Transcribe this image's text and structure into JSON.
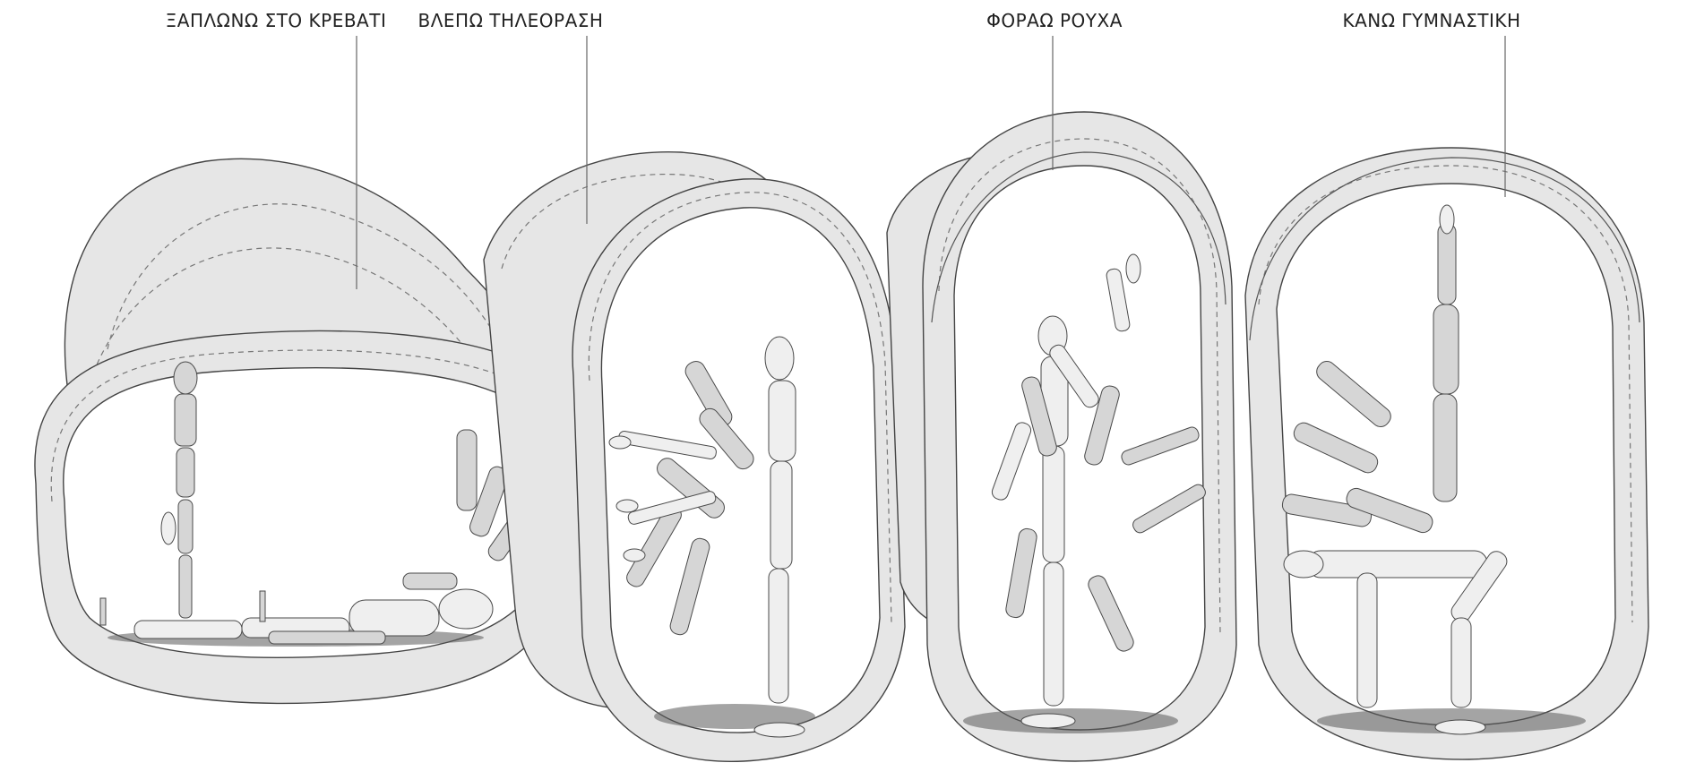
{
  "labels": [
    {
      "id": "lie-in-bed",
      "text": "ΞΑΠΛΩΝΩ ΣΤΟ ΚΡΕΒΑΤΙ"
    },
    {
      "id": "watch-tv",
      "text": "ΒΛΕΠΩ ΤΗΛΕΟΡΑΣΗ"
    },
    {
      "id": "wear-clothes",
      "text": "ΦΟΡΑΩ ΡΟΥΧΑ"
    },
    {
      "id": "exercise",
      "text": "ΚΑΝΩ ΓΥΜΝΑΣΤΙΚΗ"
    }
  ],
  "colors": {
    "shell_fill": "#e6e6e6",
    "outline": "#444444",
    "dashed_band": "#777777",
    "figure": "#d6d6d6",
    "background": "#ffffff"
  },
  "icons": [
    "wooden-mannequin-figure",
    "capsule-pod"
  ]
}
